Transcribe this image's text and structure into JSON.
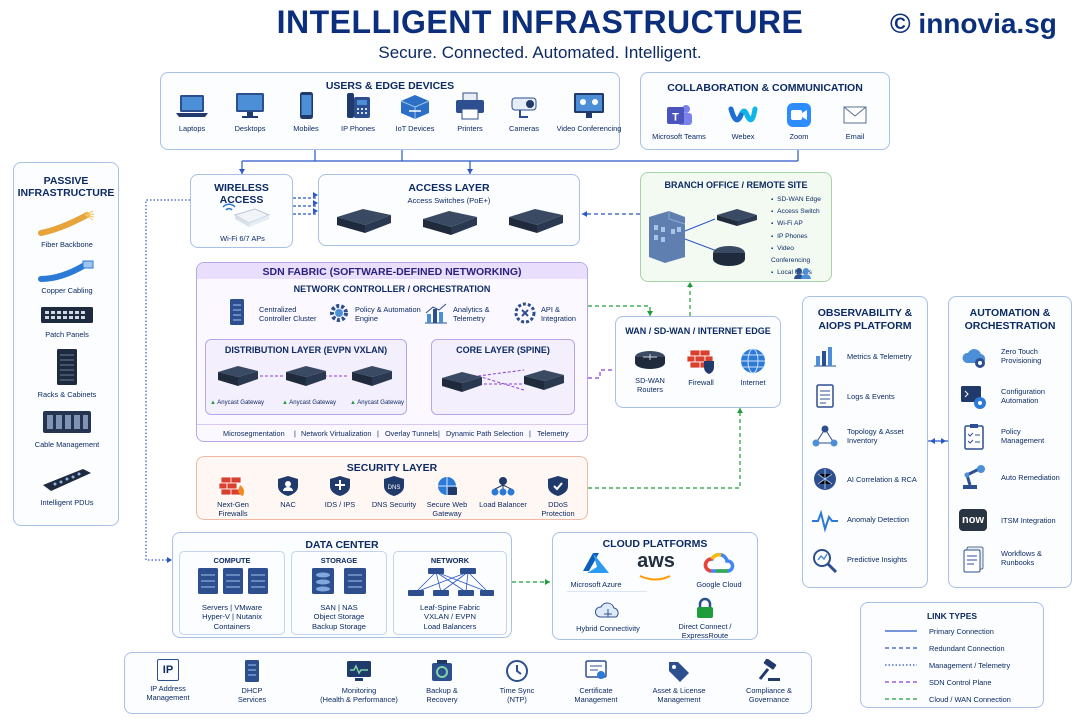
{
  "header": {
    "title": "INTELLIGENT INFRASTRUCTURE",
    "subtitle": "Secure. Connected. Automated. Intelligent.",
    "brand": "© innovia.sg"
  },
  "users_edge": {
    "title": "USERS & EDGE DEVICES",
    "items": [
      "Laptops",
      "Desktops",
      "Mobiles",
      "IP Phones",
      "IoT Devices",
      "Printers",
      "Cameras",
      "Video Conferencing"
    ]
  },
  "collab": {
    "title": "COLLABORATION & COMMUNICATION",
    "items": [
      "Microsoft Teams",
      "Webex",
      "Zoom",
      "Email"
    ]
  },
  "passive": {
    "title": [
      "PASSIVE",
      "INFRASTRUCTURE"
    ],
    "items": [
      "Fiber Backbone",
      "Copper Cabling",
      "Patch Panels",
      "Racks & Cabinets",
      "Cable Management",
      "Intelligent PDUs"
    ]
  },
  "wireless": {
    "title": "WIRELESS ACCESS",
    "label": "Wi-Fi 6/7 APs"
  },
  "access": {
    "title": "ACCESS LAYER",
    "subtitle": "Access Switches (PoE+)"
  },
  "branch": {
    "title": "BRANCH OFFICE / REMOTE SITE",
    "items": [
      "SD-WAN Edge",
      "Access Switch",
      "Wi-Fi AP",
      "IP Phones",
      "Video Conferencing",
      "Local Users"
    ]
  },
  "sdn": {
    "title": "SDN FABRIC (SOFTWARE-DEFINED NETWORKING)",
    "controller_title": "NETWORK CONTROLLER / ORCHESTRATION",
    "controller_items": [
      [
        "Centralized",
        "Controller Cluster"
      ],
      [
        "Policy & Automation",
        "Engine"
      ],
      [
        "Analytics &",
        "Telemetry"
      ],
      [
        "API &",
        "Integration"
      ]
    ],
    "distribution_title": "DISTRIBUTION LAYER (EVPN VXLAN)",
    "core_title": "CORE LAYER (SPINE)",
    "gateway": "Anycast Gateway",
    "strip": [
      "Microsegmentation",
      "|",
      "Network Virtualization",
      "|",
      "Overlay Tunnels",
      "|",
      "Dynamic Path Selection",
      "|",
      "Telemetry"
    ]
  },
  "wan": {
    "title": "WAN / SD-WAN / INTERNET EDGE",
    "items": [
      [
        "SD-WAN",
        "Routers"
      ],
      [
        "Firewall"
      ],
      [
        "Internet"
      ]
    ]
  },
  "security": {
    "title": "SECURITY LAYER",
    "items": [
      [
        "Next-Gen",
        "Firewalls"
      ],
      [
        "NAC"
      ],
      [
        "IDS / IPS"
      ],
      [
        "DNS Security"
      ],
      [
        "Secure Web",
        "Gateway"
      ],
      [
        "Load Balancer"
      ],
      [
        "DDoS",
        "Protection"
      ]
    ]
  },
  "datacenter": {
    "title": "DATA CENTER",
    "compute": {
      "title": "COMPUTE",
      "lines": [
        "Servers | VMware",
        "Hyper-V | Nutanix",
        "Containers"
      ]
    },
    "storage": {
      "title": "STORAGE",
      "lines": [
        "SAN | NAS",
        "Object Storage",
        "Backup Storage"
      ]
    },
    "network": {
      "title": "NETWORK",
      "lines": [
        "Leaf-Spine Fabric",
        "VXLAN / EVPN",
        "Load Balancers"
      ]
    }
  },
  "cloud": {
    "title": "CLOUD PLATFORMS",
    "items": [
      [
        "Microsoft Azure"
      ],
      [
        "Google Cloud"
      ],
      [
        "Hybrid Connectivity"
      ],
      [
        "Direct Connect /",
        "ExpressRoute"
      ]
    ],
    "aws_text": "aws"
  },
  "observability": {
    "title": [
      "OBSERVABILITY &",
      "AIOPS PLATFORM"
    ],
    "items": [
      [
        "Metrics & Telemetry"
      ],
      [
        "Logs & Events"
      ],
      [
        "Topology & Asset",
        "Inventory"
      ],
      [
        "AI Correlation & RCA"
      ],
      [
        "Anomaly Detection"
      ],
      [
        "Predictive Insights"
      ]
    ]
  },
  "automation": {
    "title": [
      "AUTOMATION &",
      "ORCHESTRATION"
    ],
    "items": [
      [
        "Zero Touch",
        "Provisioning"
      ],
      [
        "Configuration",
        "Automation"
      ],
      [
        "Policy",
        "Management"
      ],
      [
        "Auto Remediation"
      ],
      [
        "ITSM Integration"
      ],
      [
        "Workflows &",
        "Runbooks"
      ]
    ],
    "now_text": "now"
  },
  "link_types": {
    "title": "LINK TYPES",
    "items": [
      "Primary Connection",
      "Redundant Connection",
      "Management / Telemetry",
      "SDN Control Plane",
      "Cloud / WAN Connection"
    ],
    "colors": [
      "#2b56c7",
      "#2b56c7",
      "#2b56c7",
      "#8a3fd1",
      "#1f9d3a"
    ]
  },
  "services": {
    "items": [
      [
        "IP Address",
        "Management"
      ],
      [
        "DHCP",
        "Services"
      ],
      [
        "Monitoring",
        "(Health & Performance)"
      ],
      [
        "Backup &",
        "Recovery"
      ],
      [
        "Time Sync",
        "(NTP)"
      ],
      [
        "Certificate",
        "Management"
      ],
      [
        "Asset & License",
        "Management"
      ],
      [
        "Compliance &",
        "Governance"
      ]
    ],
    "ip_text": "IP"
  }
}
